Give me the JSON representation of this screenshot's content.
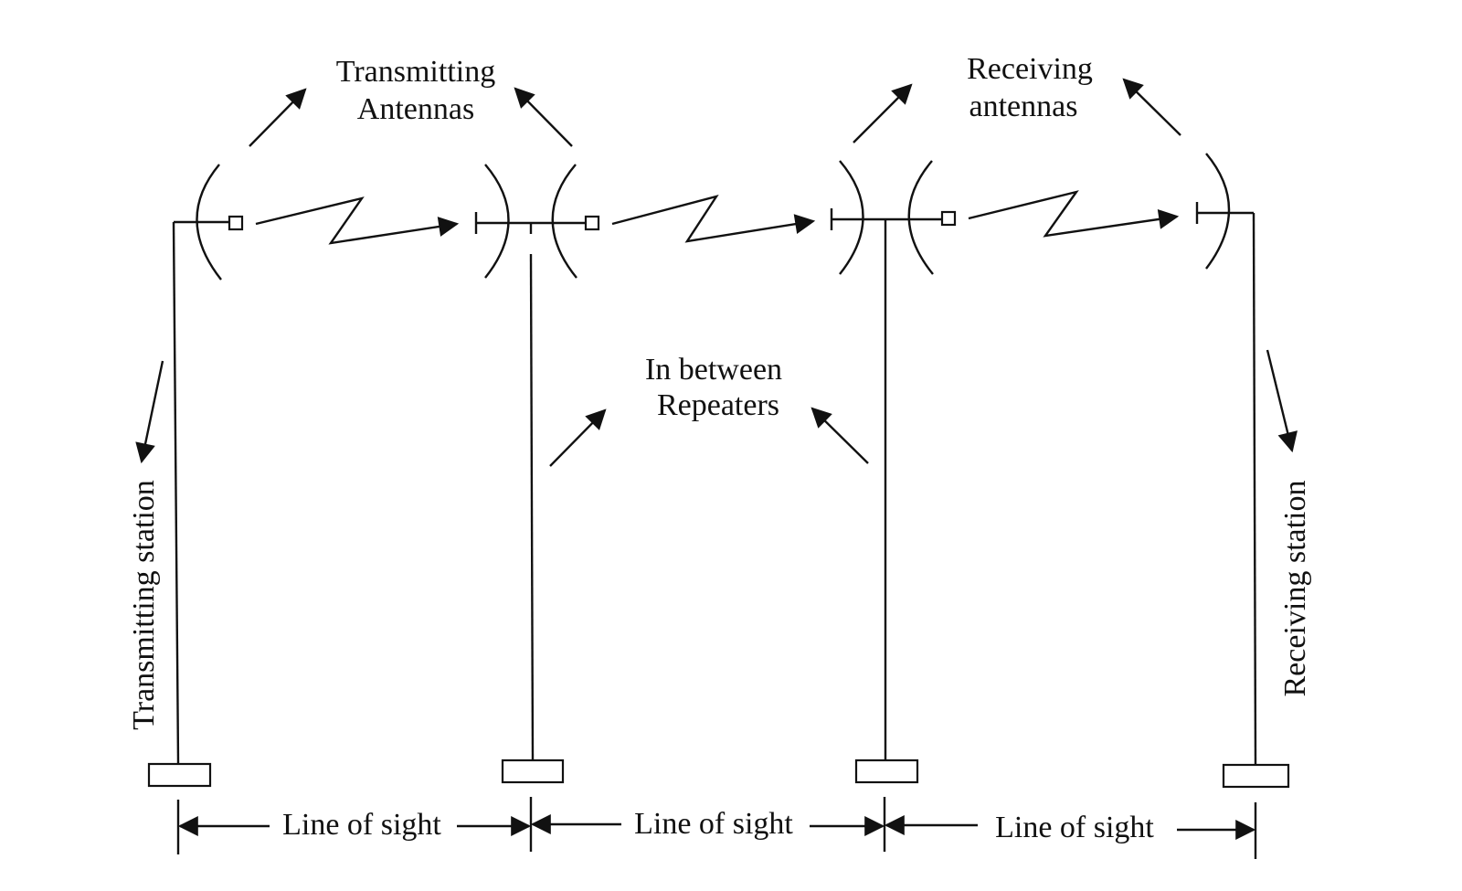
{
  "labels": {
    "transmitting_antennas": [
      "Transmitting",
      "Antennas"
    ],
    "receiving_antennas": [
      "Receiving",
      "antennas"
    ],
    "repeaters": [
      "In between",
      "Repeaters"
    ],
    "transmitting_station": "Transmitting station",
    "receiving_station": "Receiving station",
    "line_of_sight": [
      "Line of sight",
      "Line of sight",
      "Line of sight"
    ]
  },
  "colors": {
    "ink": "#111111",
    "background": "#ffffff"
  }
}
